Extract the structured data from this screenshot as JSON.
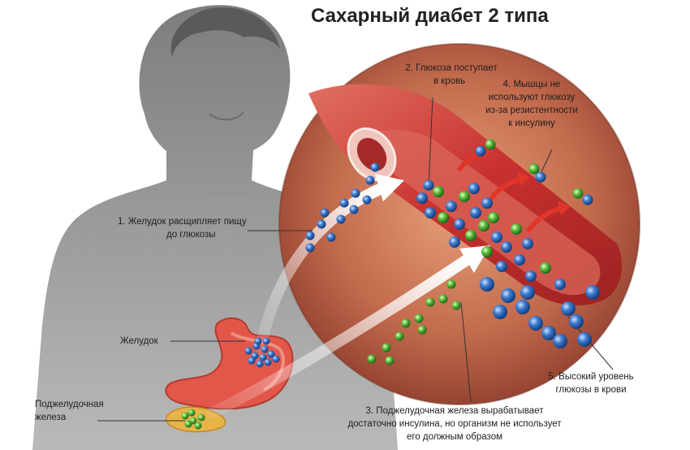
{
  "title": "Сахарный диабет 2 типа",
  "labels": {
    "step1": [
      "1. Желудок расщипляет пищу",
      "до глюкозы"
    ],
    "step2": [
      "2. Глюкоза поступает",
      "в кровь"
    ],
    "step3": [
      "3. Поджелудочная железа вырабатывает",
      "достаточно инсулина, но организм не использует",
      "его должным образом"
    ],
    "step4": [
      "4. Мышцы не",
      "используют глюкозу",
      "из-за резистентности",
      "к инсулину"
    ],
    "step5": [
      "5. Высокий уровень",
      "глюкозы в крови"
    ],
    "stomach": "Желудок",
    "pancreas": [
      "Поджелудочная",
      "железа"
    ]
  },
  "colors": {
    "silhouette": "#8a8a8a",
    "circle_bg": "#b5624a",
    "vessel": "#c83a3a",
    "glucose": "#2f64b4",
    "insulin": "#4aa82e",
    "arrow": "#ffffff",
    "red_arrow": "#e0352b"
  },
  "icons": [
    "human-silhouette",
    "stomach-organ",
    "pancreas-organ",
    "blood-vessel",
    "glucose-molecule",
    "insulin-molecule"
  ]
}
